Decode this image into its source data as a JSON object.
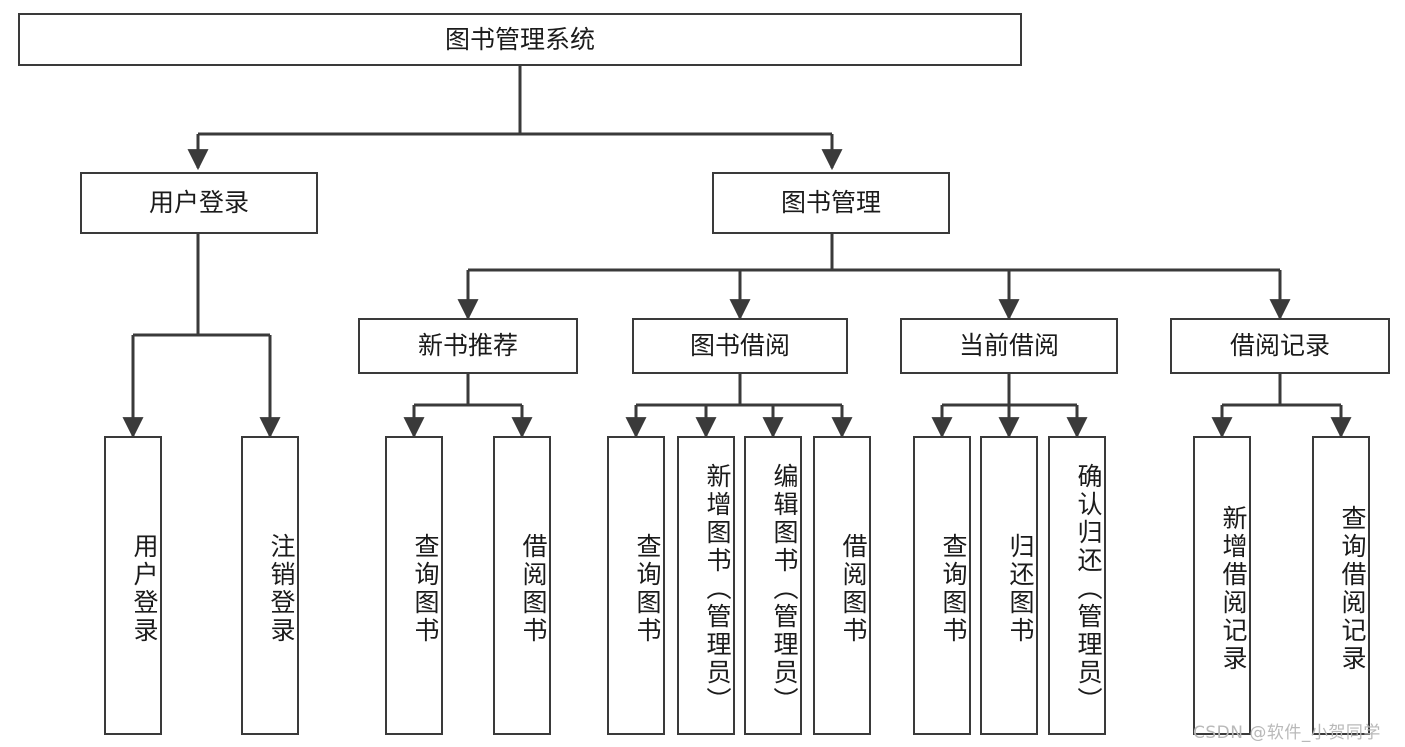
{
  "diagram": {
    "title": "图书管理系统",
    "type": "tree-hierarchy",
    "root": {
      "label": "图书管理系统"
    },
    "level2": [
      {
        "label": "用户登录"
      },
      {
        "label": "图书管理"
      }
    ],
    "level3": [
      {
        "label": "新书推荐"
      },
      {
        "label": "图书借阅"
      },
      {
        "label": "当前借阅"
      },
      {
        "label": "借阅记录"
      }
    ],
    "leaves": {
      "user_login": [
        {
          "label": "用户登录"
        },
        {
          "label": "注销登录"
        }
      ],
      "new_book_recommend": [
        {
          "label": "查询图书"
        },
        {
          "label": "借阅图书"
        }
      ],
      "book_borrow": [
        {
          "label": "查询图书"
        },
        {
          "label": "新增图书（管理员）"
        },
        {
          "label": "编辑图书（管理员）"
        },
        {
          "label": "借阅图书"
        }
      ],
      "current_borrow": [
        {
          "label": "查询图书"
        },
        {
          "label": "归还图书"
        },
        {
          "label": "确认归还（管理员）"
        }
      ],
      "borrow_record": [
        {
          "label": "新增借阅记录"
        },
        {
          "label": "查询借阅记录"
        }
      ]
    }
  },
  "watermark": {
    "text": "CSDN @软件_小贺同学"
  },
  "colors": {
    "stroke": "#3a3a3a",
    "text": "#1b1b1b",
    "background": "#ffffff",
    "watermark": "#b9b9b9"
  }
}
